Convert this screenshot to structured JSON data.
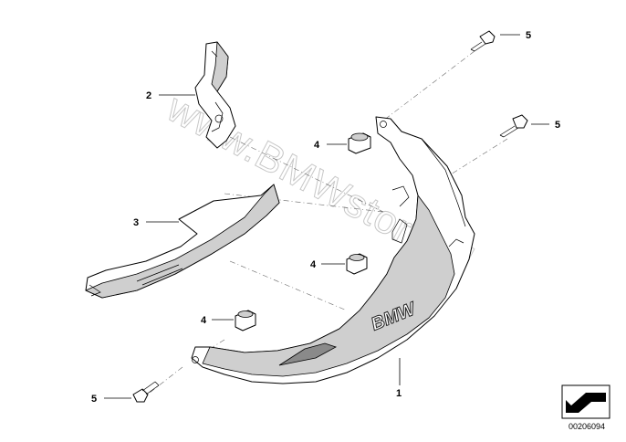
{
  "callouts": {
    "c1": "1",
    "c2": "2",
    "c3": "3",
    "c4a": "4",
    "c4b": "4",
    "c4c": "4",
    "c5a": "5",
    "c5b": "5",
    "c5c": "5"
  },
  "watermark": "www.BMWstore.pl",
  "logo_text": "BMW",
  "diagram_number": "00206094",
  "icons": {
    "nav": "arrow-corner-icon"
  }
}
